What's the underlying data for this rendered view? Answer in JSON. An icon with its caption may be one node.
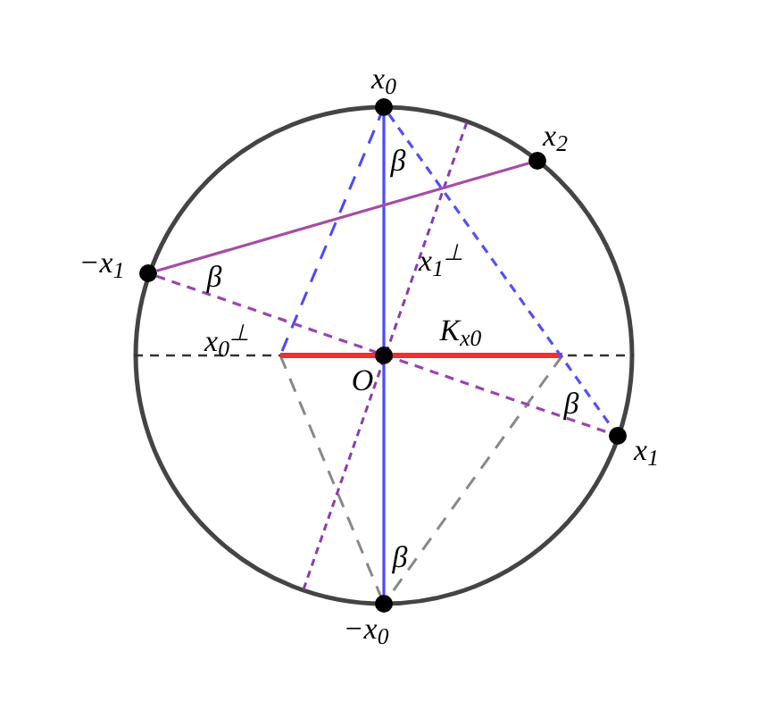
{
  "diagram": {
    "nodes": [
      {
        "text": [],
        "shape": "circle",
        "beside": [
          "x$_{0}$"
        ]
      },
      {
        "text": [],
        "shape": "circle",
        "beside": [
          "x$_{2}$"
        ]
      },
      {
        "text": [],
        "shape": "circle",
        "beside": [
          "−x$_{1}$"
        ]
      },
      {
        "text": [],
        "shape": "circle",
        "beside": [
          "O"
        ]
      },
      {
        "text": [],
        "shape": "circle",
        "beside": [
          "x$_{1}$"
        ]
      },
      {
        "text": [],
        "shape": "circle",
        "beside": [
          "−x$_{0}$"
        ]
      }
    ],
    "edges": [
      {
        "from": 0,
        "to": 5,
        "arrow": "none",
        "color": "#4a4aff"
      },
      {
        "from": 2,
        "to": 1,
        "arrow": "none",
        "color": "#a64ca6"
      },
      {
        "from": 2,
        "to": 4,
        "arrow": "none",
        "style": "dashed",
        "color": "#9a44b0"
      },
      {
        "from": 0,
        "to": 4,
        "arrow": "none",
        "style": "dashed",
        "color": "#5050ff"
      }
    ],
    "labels": [
      "β",
      "x$_{1}$$^{⊥}$",
      "β",
      "x$_{0}$$^{⊥}$",
      "K$_{x0}$",
      "β",
      "β"
    ]
  }
}
